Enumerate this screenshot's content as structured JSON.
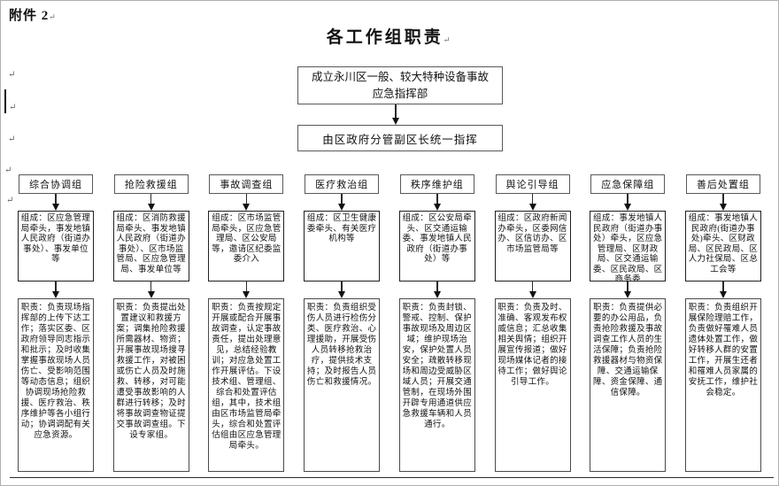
{
  "marks": {
    "pilcrow": "↵"
  },
  "attachment_label": "附件 2",
  "title": "各工作组职责",
  "top_box": "成立永川区一般、较大特种设备事故应急指挥部",
  "command_box": "由区政府分管副区长统一指挥",
  "groups": [
    {
      "name": "综合协调组",
      "composition": "组成：区应急管理局牵头，事发地镇人民政府（街道办事处）、事发单位等",
      "duties": "职责：负责现场指挥部的上传下达工作；落实区委、区政府领导同志指示和批示；及时收集掌握事故现场人员伤亡、受影响范围等动态信息；组织协调现场抢险救援、医疗救治、秩序维护等各小组行动；协调调配有关应急资源。"
    },
    {
      "name": "抢险救援组",
      "composition": "组成：区消防救援局牵头、事发地镇人民政府（街道办事处）、区市场监管局、区应急管理局、事发单位等",
      "duties": "职责：负责提出处置建议和救援方案；调集抢险救援所需器材、物资；开展事故现场搜寻救援工作，对被困或伤亡人员及时施救、转移，对可能遭受事故影响的人群进行转移；及时将事故调查物证提交事故调查组。下设专家组。"
    },
    {
      "name": "事故调查组",
      "composition": "组成：区市场监管局牵头，区应急管理局、区公安局等，邀请区纪委监委介入",
      "duties": "职责：负责按规定开展或配合开展事故调查，认定事故责任，提出处理意见，总结经验教训；对应急处置工作开展评估。下设技术组、管理组、综合和处置评估组，其中，技术组由区市场监管局牵头，综合和处置评估组由区应急管理局牵头。"
    },
    {
      "name": "医疗救治组",
      "composition": "组成：区卫生健康委牵头、有关医疗机构等",
      "duties": "职责：负责组织受伤人员进行检伤分类、医疗救治、心理援助，开展受伤人员转移抢救治疗，提供技术支持；及时报告人员伤亡和救援情况。"
    },
    {
      "name": "秩序维护组",
      "composition": "组成：区公安局牵头、区交通运输委、事发地镇人民政府（街道办事处）等",
      "duties": "职责：负责封锁、警戒、控制、保护事故现场及周边区域；维护现场治安，保护处置人员安全；疏散转移现场和周边受威胁区域人员；开展交通管制，在现场外围开辟专用通道供应急救援车辆和人员通行。"
    },
    {
      "name": "舆论引导组",
      "composition": "组成：区政府新闻办牵头，区委网信办、区信访办、区市场监管局等",
      "duties": "职责：负责及时、准确、客观发布权威信息；汇总收集相关舆情；组织开展宣传报道；做好现场媒体记者的接待工作；做好舆论引导工作。"
    },
    {
      "name": "应急保障组",
      "composition": "组成：事发地镇人民政府（街道办事处）牵头，区应急管理局、区财政局、区交通运输委、区民政局、区商务委",
      "duties": "职责：负责提供必要的办公用品，负责抢险救援及事故调查工作人员的生活保障；负责抢险救援器材与物资保障、交通运输保障、资金保障、通信保障。"
    },
    {
      "name": "善后处置组",
      "composition": "组成：事发地镇人民政府(街道办事处)牵头、区财政局、区民政局、区人力社保局、区总工会等",
      "duties": "职责：负责组织开展保险理赔工作，负责做好罹难人员遗体处置工作，做好转移人群的安置工作，开展生还者和罹难人员家属的安抚工作，维护社会稳定。"
    }
  ]
}
